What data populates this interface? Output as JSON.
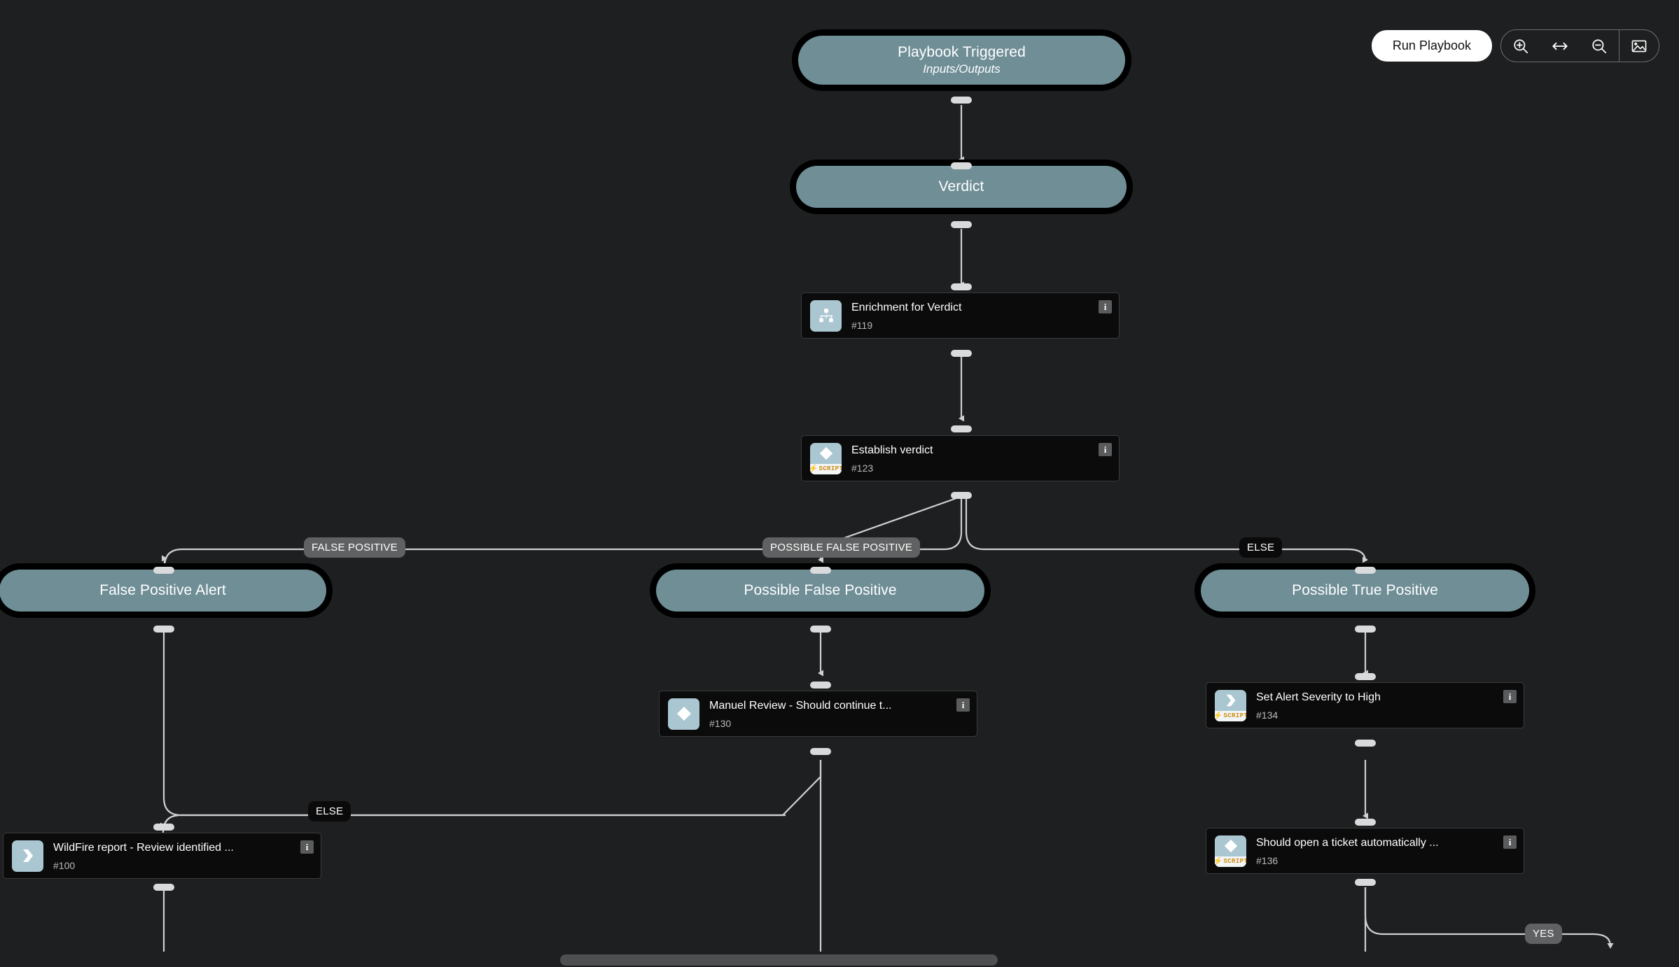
{
  "toolbar": {
    "run_playbook_label": "Run Playbook",
    "zoom_in_icon": "zoom-in-icon",
    "fit_width_icon": "fit-horizontal-icon",
    "zoom_out_icon": "zoom-out-icon",
    "export_image_icon": "image-export-icon"
  },
  "colors": {
    "canvas_bg": "#1e1f20",
    "pill_fill": "#6f8e96",
    "pill_ring": "#000000",
    "task_bg": "#0b0b0b",
    "task_border": "#3a3b3c",
    "icon_bg": "#a9c6d1",
    "script_strip_bg": "#f2f6f7",
    "script_text": "#d08a10",
    "edge_stroke": "#cfd0d1",
    "handle": "#d9dadb",
    "label_gray": "#606162",
    "label_dark": "#0a0a0a",
    "accent_button": "#ffffff"
  },
  "nodes": {
    "playbook_triggered": {
      "title": "Playbook Triggered",
      "subtitle": "Inputs/Outputs"
    },
    "verdict": {
      "title": "Verdict"
    },
    "enrichment_for_verdict": {
      "title": "Enrichment for Verdict",
      "id": "#119",
      "icon": "sub-playbook-icon",
      "script": false,
      "info": "i"
    },
    "establish_verdict": {
      "title": "Establish verdict",
      "id": "#123",
      "icon": "condition-diamond-icon",
      "script": true,
      "script_label": "SCRIPT",
      "info": "i"
    },
    "false_positive_alert": {
      "title": "False Positive Alert"
    },
    "possible_false_positive": {
      "title": "Possible False Positive"
    },
    "possible_true_positive": {
      "title": "Possible True Positive"
    },
    "manuel_review": {
      "title": "Manuel Review - Should continue t...",
      "id": "#130",
      "icon": "condition-diamond-icon",
      "script": false,
      "info": "i"
    },
    "set_alert_severity": {
      "title": "Set Alert Severity to High",
      "id": "#134",
      "icon": "task-chevron-icon",
      "script": true,
      "script_label": "SCRIPT",
      "info": "i"
    },
    "should_open_ticket": {
      "title": "Should open a ticket automatically ...",
      "id": "#136",
      "icon": "condition-diamond-icon",
      "script": true,
      "script_label": "SCRIPT",
      "info": "i"
    },
    "wildfire_report": {
      "title": "WildFire report - Review identified ...",
      "id": "#100",
      "icon": "task-chevron-icon",
      "script": false,
      "info": "i"
    }
  },
  "edge_labels": {
    "false_positive": "FALSE POSITIVE",
    "possible_false_positive": "POSSIBLE FALSE POSITIVE",
    "else_top": "ELSE",
    "else_mid": "ELSE",
    "yes": "YES"
  }
}
